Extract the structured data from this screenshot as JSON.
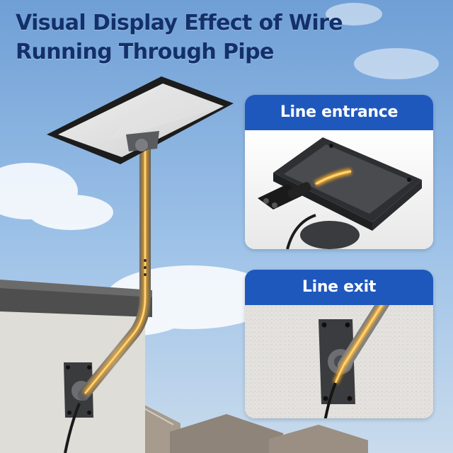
{
  "headline": {
    "line1": "Visual Display Effect of Wire",
    "line2": "Running Through Pipe"
  },
  "panels": [
    {
      "label": "Line entrance"
    },
    {
      "label": "Line exit"
    }
  ],
  "colors": {
    "headline_text": "#13306b",
    "panel_header": "#1f58bd",
    "wire_glow": "#f5a623",
    "sky": "#8ab7e2",
    "pipe_metal": "#7d7f82"
  }
}
